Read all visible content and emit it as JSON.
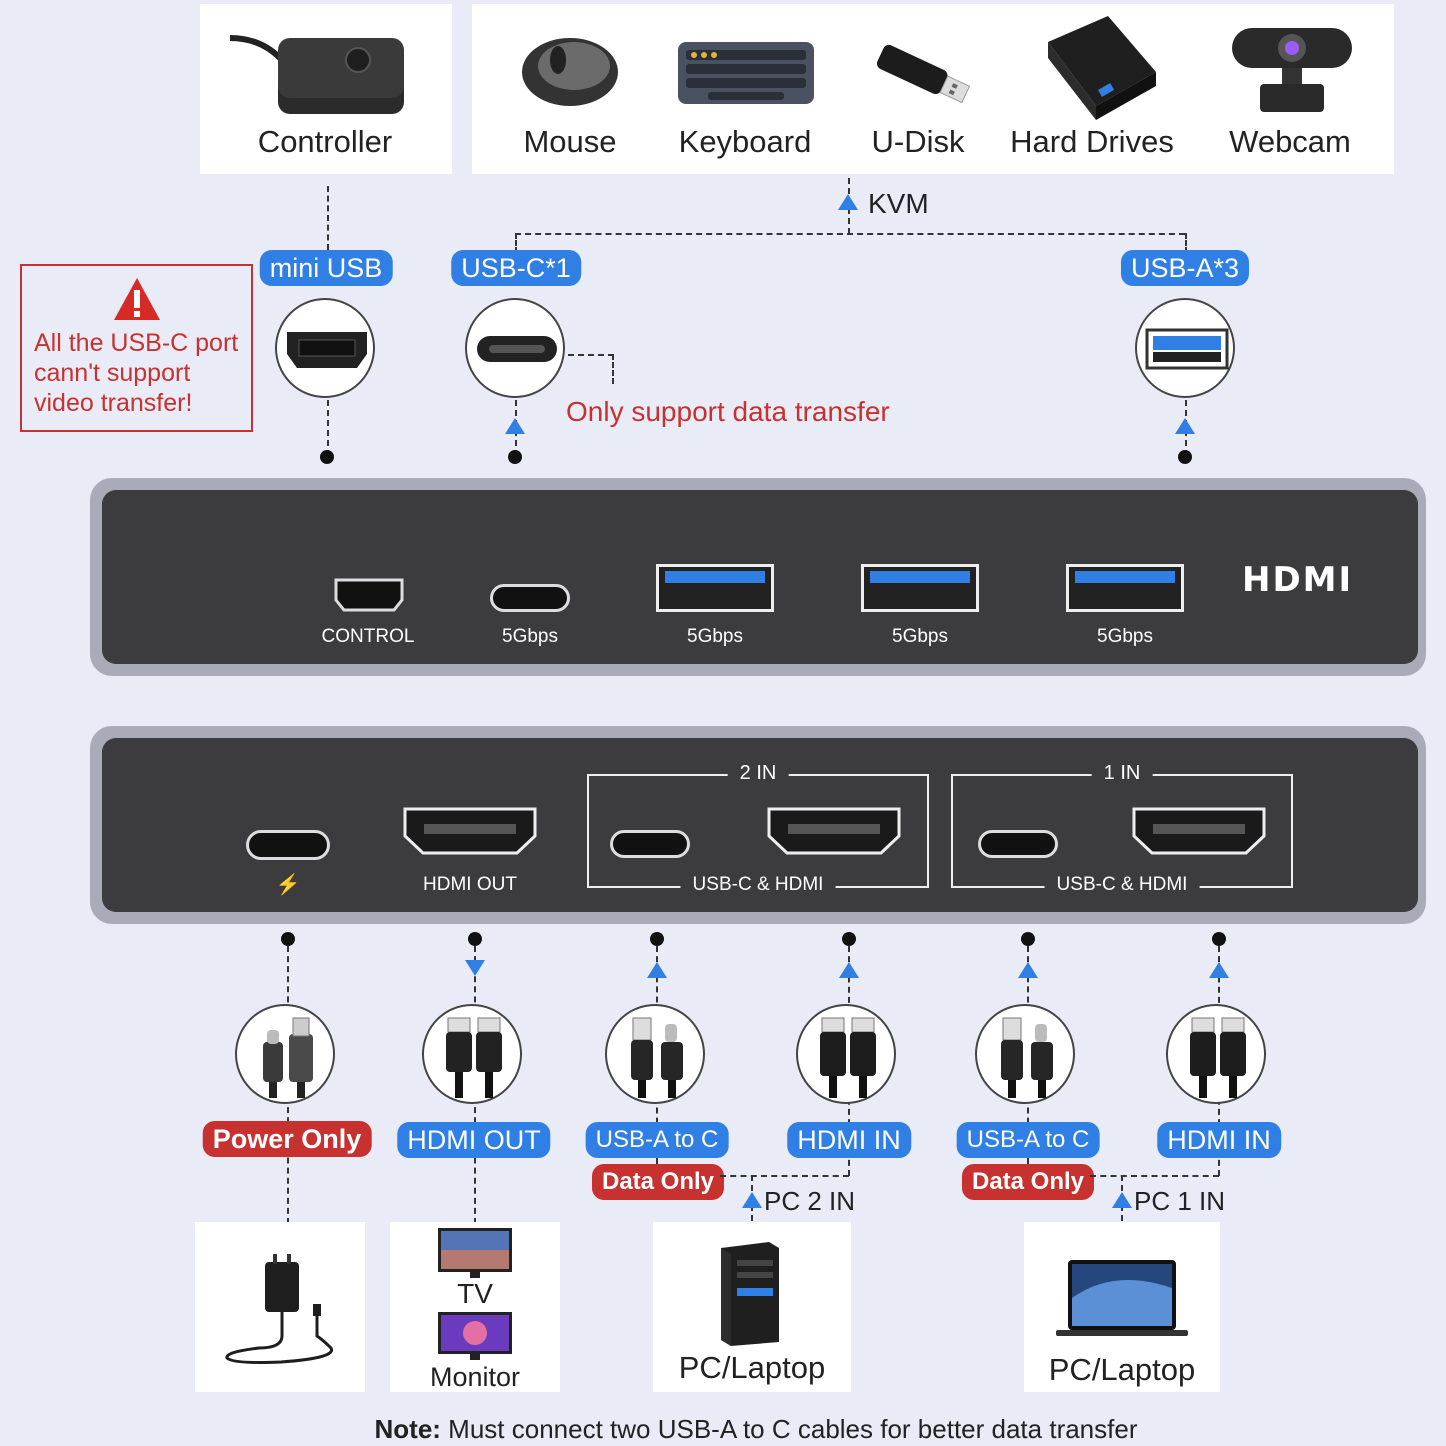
{
  "top_devices": {
    "controller": "Controller",
    "mouse": "Mouse",
    "keyboard": "Keyboard",
    "udisk": "U-Disk",
    "hard_drives": "Hard Drives",
    "webcam": "Webcam"
  },
  "kvm_label": "KVM",
  "ports_top": {
    "mini_usb": "mini USB",
    "usb_c": "USB-C*1",
    "usb_a": "USB-A*3"
  },
  "warning": {
    "line1": "All the USB-C port",
    "line2": "cann't support",
    "line3": "video transfer!"
  },
  "data_note": "Only support data transfer",
  "front_panel": {
    "control": "CONTROL",
    "speed1": "5Gbps",
    "speed2": "5Gbps",
    "speed3": "5Gbps",
    "speed4": "5Gbps",
    "brand": "HDMI"
  },
  "back_panel": {
    "hdmi_out": "HDMI OUT",
    "in2": "2 IN",
    "in1": "1 IN",
    "group2": "USB-C & HDMI",
    "group1": "USB-C & HDMI",
    "power_symbol": "⚡"
  },
  "cables": {
    "power": "Power Only",
    "hdmi_out": "HDMI OUT",
    "usb_a_to_c_2": "USB-A to C",
    "hdmi_in_2": "HDMI IN",
    "usb_a_to_c_1": "USB-A to C",
    "hdmi_in_1": "HDMI IN",
    "data_only_2": "Data Only",
    "data_only_1": "Data Only",
    "pc2": "PC 2 IN",
    "pc1": "PC 1 IN"
  },
  "bottom_devices": {
    "tv": "TV",
    "monitor": "Monitor",
    "pc_laptop_2": "PC/Laptop",
    "pc_laptop_1": "PC/Laptop"
  },
  "note": {
    "bold": "Note:",
    "text": " Must connect two USB-A to C cables for better data transfer"
  },
  "colors": {
    "background": "#e9ecf7",
    "blue": "#2f7fe4",
    "red": "#c7312f",
    "device_face": "#3c3c3f"
  }
}
